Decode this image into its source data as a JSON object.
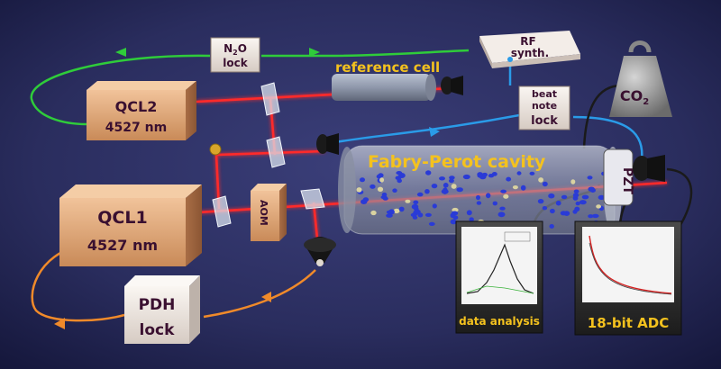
{
  "components": {
    "qcl2": {
      "name": "QCL2",
      "wavelength": "4527 nm"
    },
    "qcl1": {
      "name": "QCL1",
      "wavelength": "4527 nm"
    },
    "n2o_lock": {
      "line1_base": "N",
      "line1_sub": "2",
      "line1_end": "O",
      "line2": "lock"
    },
    "pdh_lock": {
      "line1": "PDH",
      "line2": "lock"
    },
    "rf_synth": {
      "line1": "RF",
      "line2": "synth."
    },
    "beat_note_lock": {
      "line1": "beat",
      "line2": "note",
      "line3": "lock"
    },
    "co2": {
      "base": "CO",
      "sub": "2"
    },
    "aom": "AOM",
    "pzt": "PZT"
  },
  "labels": {
    "reference_cell": "reference cell",
    "fabry_perot": "Fabry-Perot cavity",
    "data_analysis": "data analysis",
    "adc": "18-bit ADC"
  },
  "colors": {
    "background": "#1f2247",
    "box_tan": "#e0a877",
    "box_light": "#eee6e0",
    "laser": "#ff2a2a",
    "green_fiber": "#2fcc3a",
    "blue_fiber": "#2a9be8",
    "orange_fiber": "#f08a2a",
    "label_yellow": "#f4c21e",
    "label_dark": "#3a1030"
  }
}
